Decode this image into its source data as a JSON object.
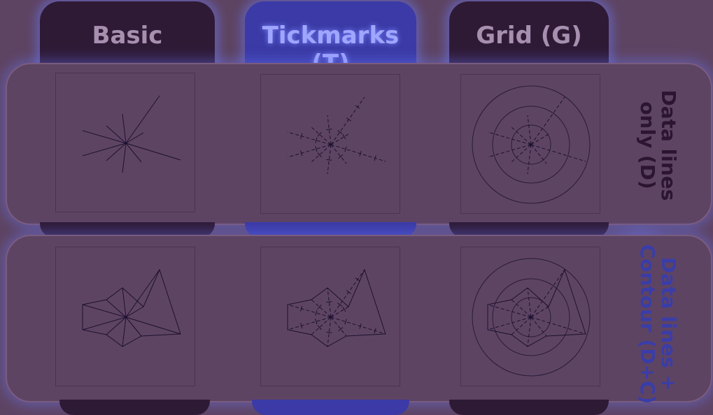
{
  "columns": [
    {
      "label": "Basic",
      "highlight": false
    },
    {
      "label": "Tickmarks (T)",
      "highlight": true
    },
    {
      "label": "Grid (G)",
      "highlight": false
    }
  ],
  "rows": [
    {
      "label_line1": "Data lines",
      "label_line2": "only (D)",
      "contour": false,
      "highlight": false
    },
    {
      "label_line1": "Data lines +",
      "label_line2": "Contour (D+C)",
      "contour": true,
      "highlight": true
    }
  ],
  "colors": {
    "background": "#5e4463",
    "tab": "#2f1a36",
    "glow": "#6a7cff",
    "line": "#1c1030"
  }
}
